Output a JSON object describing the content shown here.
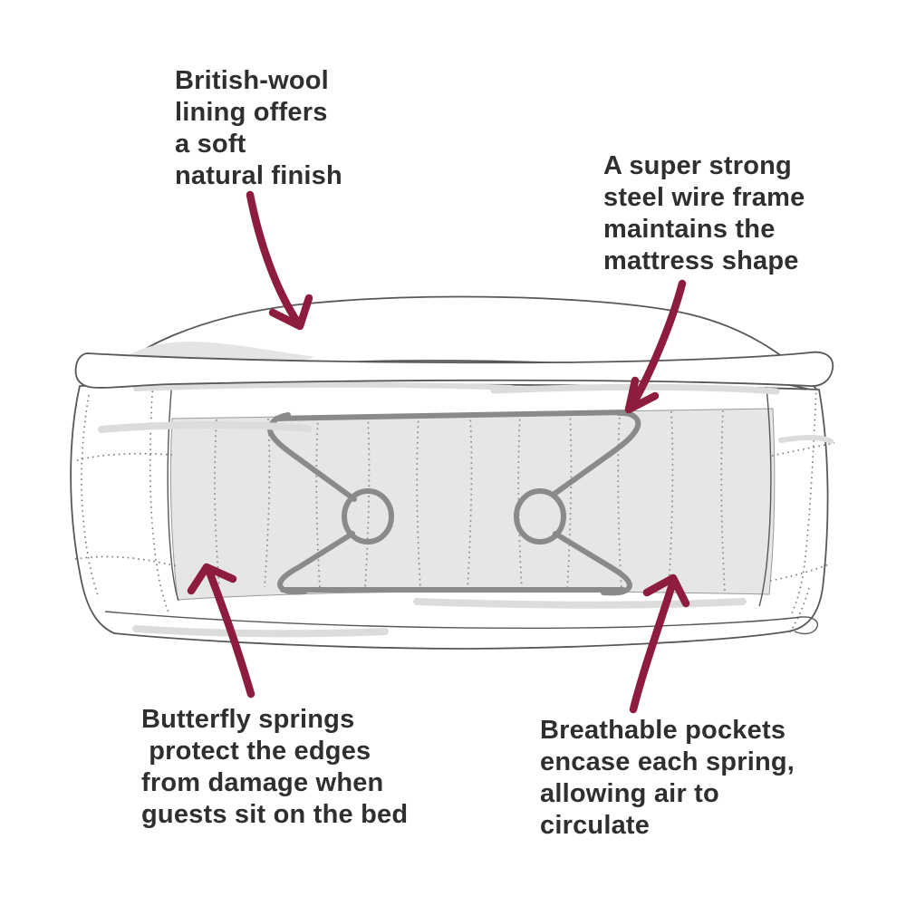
{
  "figure": {
    "type": "annotated-mattress-cutaway-diagram",
    "annotations": {
      "wool": {
        "lines": [
          "British-wool",
          "lining offers",
          "a soft",
          "natural finish"
        ]
      },
      "frame": {
        "lines": [
          "A super strong",
          "steel wire frame",
          "maintains the",
          "mattress shape"
        ]
      },
      "springs": {
        "lines": [
          "Butterfly springs",
          " protect the edges",
          "from damage when",
          "guests sit on the bed"
        ]
      },
      "pockets": {
        "lines": [
          "Breathable pockets",
          "encase each spring,",
          "allowing air to",
          "circulate"
        ]
      }
    },
    "colors": {
      "background": "#ffffff",
      "arrow": "#8d1c3e",
      "text": "#2f2f2f",
      "outline": "#585858",
      "wire": "#8a8a8a",
      "panel_fill": "#e6e6e6",
      "shading": "#dcdcdc",
      "dome_shading": "#e4e4e4",
      "dotted_line": "#8f8f8f"
    }
  }
}
